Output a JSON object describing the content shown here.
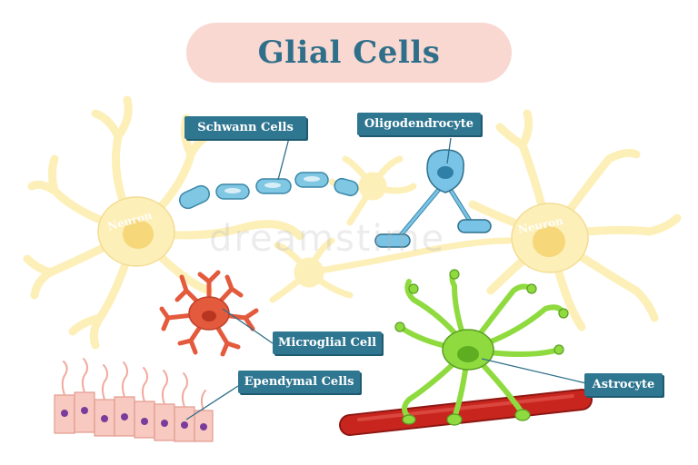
{
  "title": "Glial Cells",
  "labels": {
    "schwann": "Schwann Cells",
    "oligodendrocyte": "Oligodendrocyte",
    "microglial": "Microglial Cell",
    "ependymal": "Ependymal Cells",
    "astrocyte": "Astrocyte",
    "neuron_left": "Neuron",
    "neuron_right": "Neuron"
  },
  "watermark": "dreamstime",
  "colors": {
    "title_pill": "#f9d8d1",
    "title_text": "#2f6f8a",
    "label_bg": "#2f7691",
    "neuron": "#fdefb8",
    "neuron_nucleus": "#f6d77a",
    "schwann": "#7fc7e3",
    "oligodendrocyte": "#79c3e6",
    "microglia": "#e45a3d",
    "astrocyte": "#8fdb3f",
    "blood_vessel": "#c9251f",
    "ependymal_cell": "#f8c9c0",
    "ependymal_nucleus": "#7a3c9a"
  }
}
